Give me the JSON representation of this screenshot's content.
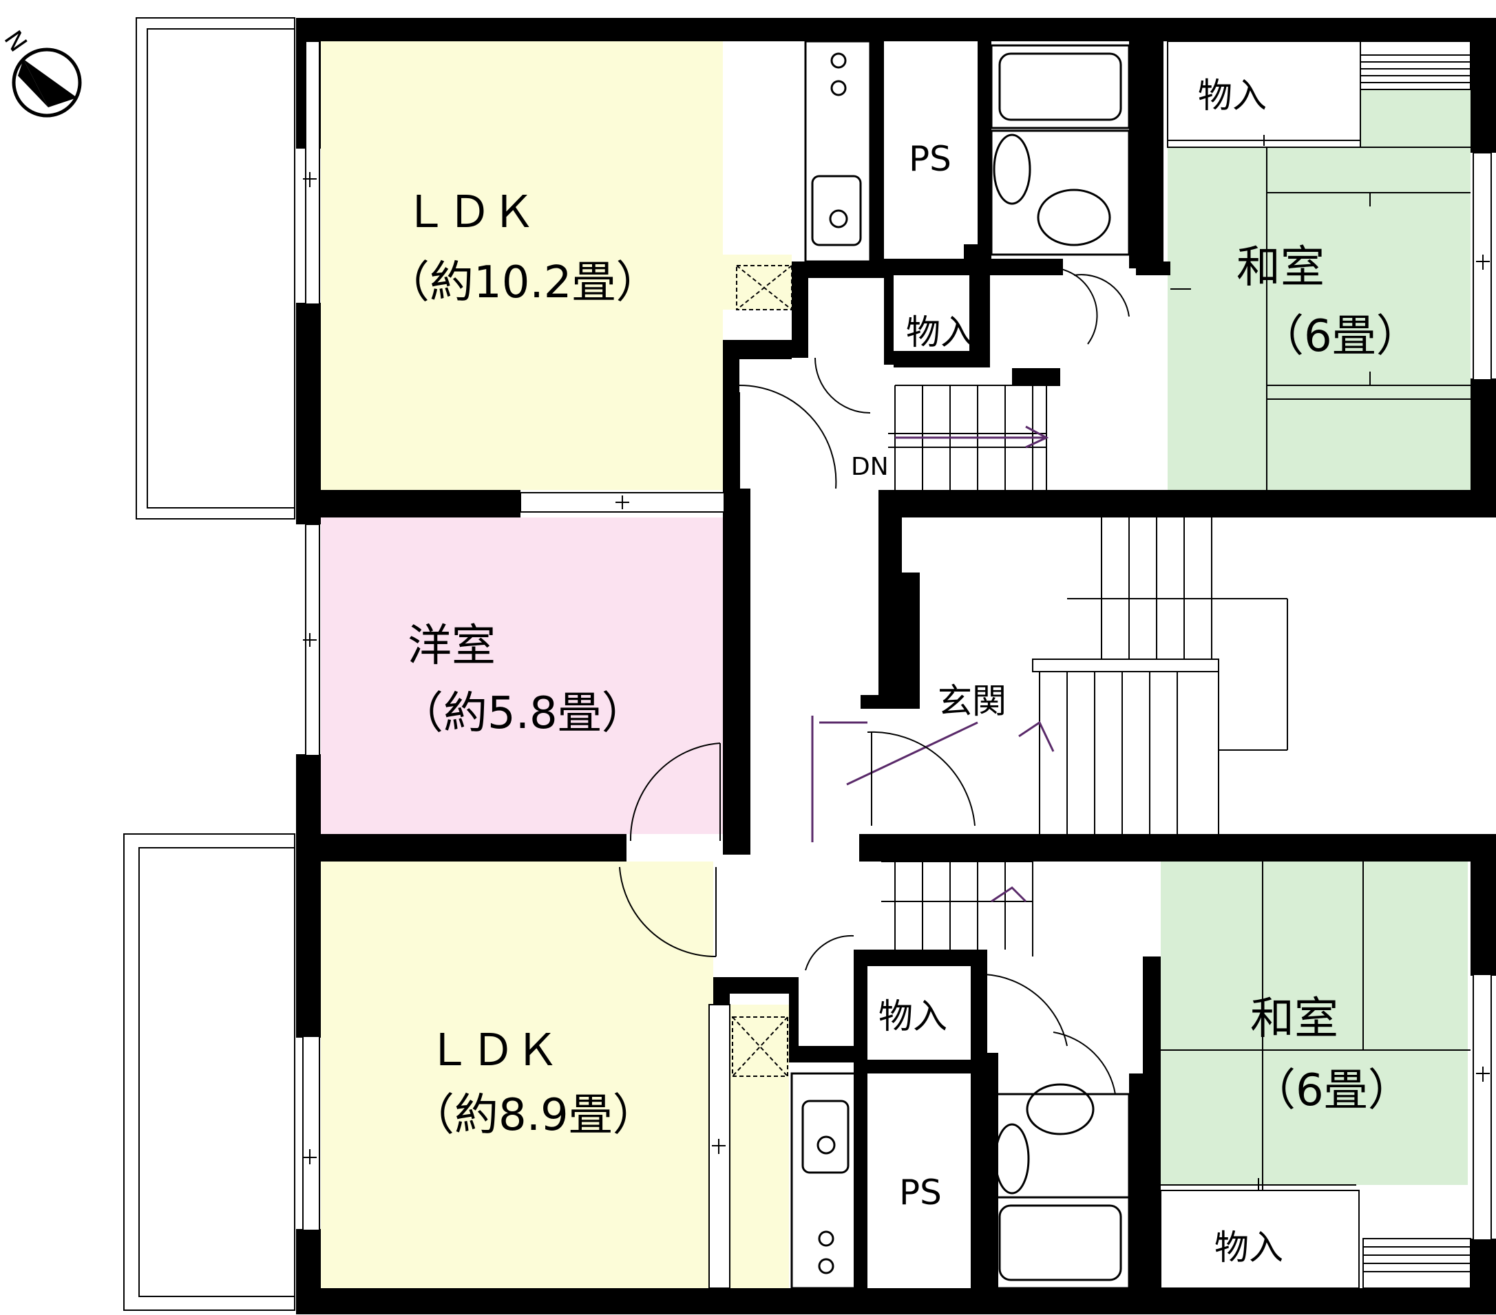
{
  "compass": {
    "label": "N"
  },
  "rooms": {
    "ldk_upper": {
      "name": "ＬＤＫ",
      "size": "（約10.2畳）",
      "color": "#fcfcd8"
    },
    "washitsu_upper": {
      "name": "和室",
      "size": "（6畳）",
      "color": "#d8eed5"
    },
    "yoshitsu": {
      "name": "洋室",
      "size": "（約5.8畳）",
      "color": "#fbe2f0"
    },
    "ldk_lower": {
      "name": "ＬＤＫ",
      "size": "（約8.9畳）",
      "color": "#fcfcd8"
    },
    "washitsu_lower": {
      "name": "和室",
      "size": "（6畳）",
      "color": "#d8eed5"
    }
  },
  "labels": {
    "ps_upper": "PS",
    "ps_lower": "PS",
    "closet_upper_right": "物入",
    "closet_upper_mid": "物入",
    "closet_lower_mid": "物入",
    "closet_lower_right": "物入",
    "stairs_dn": "DN",
    "entrance": "玄関"
  },
  "colors": {
    "wall": "#000000",
    "line": "#000000",
    "purple": "#5a2a6a"
  }
}
